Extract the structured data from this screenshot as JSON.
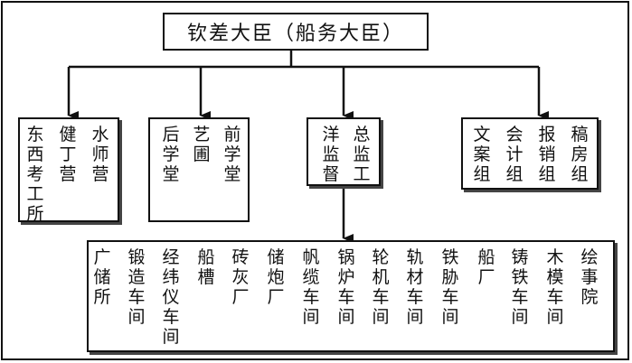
{
  "top": {
    "label": "钦差大臣（船务大臣）"
  },
  "middle_boxes": [
    {
      "columns": [
        "水师营",
        "健丁营",
        "东西考工所"
      ]
    },
    {
      "columns": [
        "前学堂",
        "艺圃",
        "后学堂"
      ]
    },
    {
      "columns": [
        "总监工",
        "洋监督"
      ]
    },
    {
      "columns": [
        "稿房组",
        "报销组",
        "会计组",
        "文案组"
      ]
    }
  ],
  "workshops": {
    "columns": [
      "广储所",
      "锻造车间",
      "经纬仪车间",
      "船槽",
      "砖灰厂",
      "储炮厂",
      "帆缆车间",
      "锅炉车间",
      "轮机车间",
      "轨材车间",
      "铁胁车间",
      "船厂",
      "铸铁车间",
      "木模车间",
      "绘事院"
    ]
  }
}
